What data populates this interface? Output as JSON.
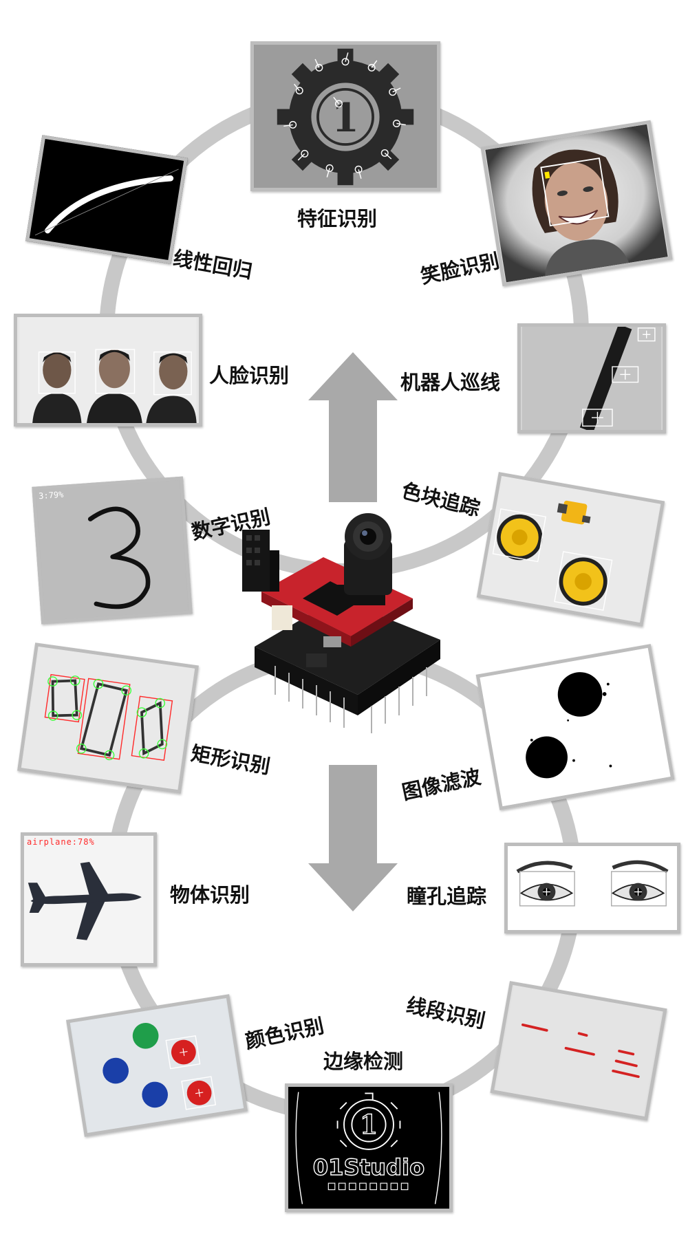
{
  "labels": {
    "feature": "特征识别",
    "linear": "线性回归",
    "smile": "笑脸识别",
    "face": "人脸识别",
    "robot": "机器人巡线",
    "digit": "数字识别",
    "blob": "色块追踪",
    "rect": "矩形识别",
    "filter": "图像滤波",
    "object": "物体识别",
    "pupil": "瞳孔追踪",
    "color": "颜色识别",
    "line_seg": "线段识别",
    "edge": "边缘检测"
  },
  "overlays": {
    "digit_score": "3:79%",
    "object_score": "airplane:78%",
    "brand": "01Studio",
    "logo_digit": "1"
  },
  "colors": {
    "ring": "#c8c8c8",
    "arrow": "#a9a9a9",
    "board_red": "#c8232c",
    "tile_border": "#bdbdbd",
    "detect_red": "#ff2a2a",
    "detect_green": "#3cff3c"
  }
}
